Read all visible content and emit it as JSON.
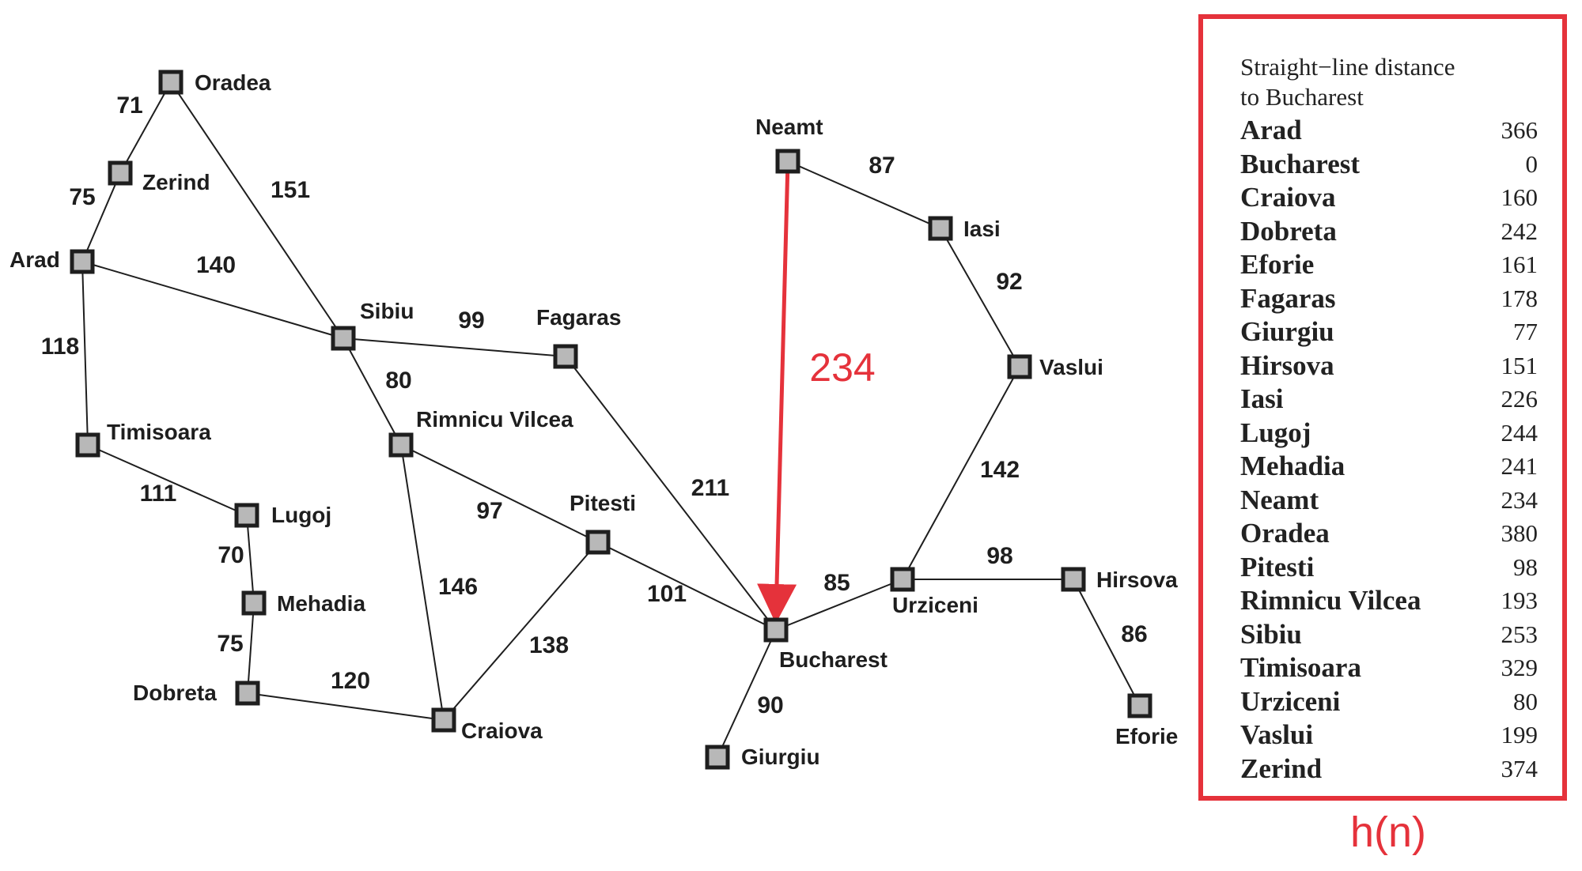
{
  "colors": {
    "highlight": "#e5323b",
    "ink": "#1e1e1e",
    "node_fill": "#b8b8b8"
  },
  "cities": [
    "Oradea",
    "Zerind",
    "Arad",
    "Sibiu",
    "Fagaras",
    "Timisoara",
    "Rimnicu Vilcea",
    "Lugoj",
    "Pitesti",
    "Mehadia",
    "Dobreta",
    "Craiova",
    "Bucharest",
    "Giurgiu",
    "Neamt",
    "Iasi",
    "Vaslui",
    "Urziceni",
    "Hirsova",
    "Eforie"
  ],
  "roads": [
    {
      "from": "Oradea",
      "to": "Zerind",
      "distance": "71"
    },
    {
      "from": "Zerind",
      "to": "Arad",
      "distance": "75"
    },
    {
      "from": "Oradea",
      "to": "Sibiu",
      "distance": "151"
    },
    {
      "from": "Arad",
      "to": "Sibiu",
      "distance": "140"
    },
    {
      "from": "Arad",
      "to": "Timisoara",
      "distance": "118"
    },
    {
      "from": "Sibiu",
      "to": "Fagaras",
      "distance": "99"
    },
    {
      "from": "Sibiu",
      "to": "Rimnicu Vilcea",
      "distance": "80"
    },
    {
      "from": "Timisoara",
      "to": "Lugoj",
      "distance": "111"
    },
    {
      "from": "Lugoj",
      "to": "Mehadia",
      "distance": "70"
    },
    {
      "from": "Mehadia",
      "to": "Dobreta",
      "distance": "75"
    },
    {
      "from": "Dobreta",
      "to": "Craiova",
      "distance": "120"
    },
    {
      "from": "Rimnicu Vilcea",
      "to": "Pitesti",
      "distance": "97"
    },
    {
      "from": "Rimnicu Vilcea",
      "to": "Craiova",
      "distance": "146"
    },
    {
      "from": "Craiova",
      "to": "Pitesti",
      "distance": "138"
    },
    {
      "from": "Pitesti",
      "to": "Bucharest",
      "distance": "101"
    },
    {
      "from": "Fagaras",
      "to": "Bucharest",
      "distance": "211"
    },
    {
      "from": "Bucharest",
      "to": "Giurgiu",
      "distance": "90"
    },
    {
      "from": "Bucharest",
      "to": "Urziceni",
      "distance": "85"
    },
    {
      "from": "Urziceni",
      "to": "Vaslui",
      "distance": "142"
    },
    {
      "from": "Urziceni",
      "to": "Hirsova",
      "distance": "98"
    },
    {
      "from": "Hirsova",
      "to": "Eforie",
      "distance": "86"
    },
    {
      "from": "Vaslui",
      "to": "Iasi",
      "distance": "92"
    },
    {
      "from": "Iasi",
      "to": "Neamt",
      "distance": "87"
    }
  ],
  "highlight_arrow": {
    "from": "Neamt",
    "to": "Bucharest",
    "label": "234"
  },
  "sld_table": {
    "title_line1": "Straight−line distance",
    "title_line2": "to Bucharest",
    "rows": [
      {
        "city": "Arad",
        "distance": "366"
      },
      {
        "city": "Bucharest",
        "distance": "0"
      },
      {
        "city": "Craiova",
        "distance": "160"
      },
      {
        "city": "Dobreta",
        "distance": "242"
      },
      {
        "city": "Eforie",
        "distance": "161"
      },
      {
        "city": "Fagaras",
        "distance": "178"
      },
      {
        "city": "Giurgiu",
        "distance": "77"
      },
      {
        "city": "Hirsova",
        "distance": "151"
      },
      {
        "city": "Iasi",
        "distance": "226"
      },
      {
        "city": "Lugoj",
        "distance": "244"
      },
      {
        "city": "Mehadia",
        "distance": "241"
      },
      {
        "city": "Neamt",
        "distance": "234"
      },
      {
        "city": "Oradea",
        "distance": "380"
      },
      {
        "city": "Pitesti",
        "distance": "98"
      },
      {
        "city": "Rimnicu Vilcea",
        "distance": "193"
      },
      {
        "city": "Sibiu",
        "distance": "253"
      },
      {
        "city": "Timisoara",
        "distance": "329"
      },
      {
        "city": "Urziceni",
        "distance": "80"
      },
      {
        "city": "Vaslui",
        "distance": "199"
      },
      {
        "city": "Zerind",
        "distance": "374"
      }
    ]
  },
  "heuristic_label": "h(n)"
}
